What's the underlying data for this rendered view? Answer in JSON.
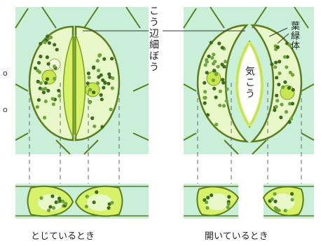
{
  "labels": {
    "guard_cell": "こう辺細ぼう",
    "chloroplast": "葉緑体",
    "stoma": "気こう",
    "closed_caption": "とじているとき",
    "open_caption": "開いているとき",
    "bullet_1": "o",
    "bullet_2": "o"
  },
  "colors": {
    "background": "#c9efd9",
    "cell_fill": "#e9f8c8",
    "cell_wall": "#5b7e1a",
    "guard_fill": "#d7f16a",
    "guard_edge": "#7a9e1e",
    "chloroplast": "#6fa63a",
    "chloroplast_dark": "#3b6b1c",
    "vesicle": "#f3fadf",
    "nucleus": "#c9e54f",
    "stoma_gap": "#ffffff",
    "dashed_line": "#666666"
  }
}
